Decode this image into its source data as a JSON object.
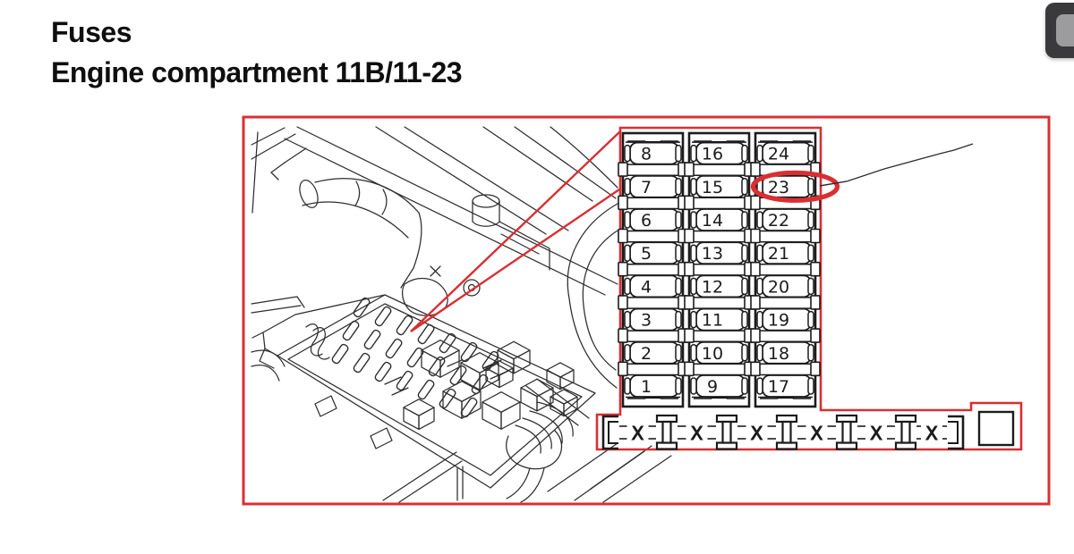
{
  "page": {
    "title_line1": "Fuses",
    "title_line2": "Engine compartment 11B/11-23"
  },
  "colors": {
    "red": "#d92f33",
    "sketch": "#2e2e2e",
    "ink": "#1c1c1c",
    "icon_dark": "#3a3a3c",
    "icon_light": "#9c9c9e"
  },
  "fuse_panel": {
    "columns": [
      {
        "fuses": [
          8,
          7,
          6,
          5,
          4,
          3,
          2,
          1
        ]
      },
      {
        "fuses": [
          16,
          15,
          14,
          13,
          12,
          11,
          10,
          9
        ]
      },
      {
        "fuses": [
          24,
          23,
          22,
          21,
          20,
          19,
          18,
          17
        ]
      }
    ],
    "highlighted_fuse": 23
  },
  "connector_strip": {
    "x_labels": [
      "X",
      "X",
      "X",
      "X",
      "X",
      "X"
    ]
  }
}
